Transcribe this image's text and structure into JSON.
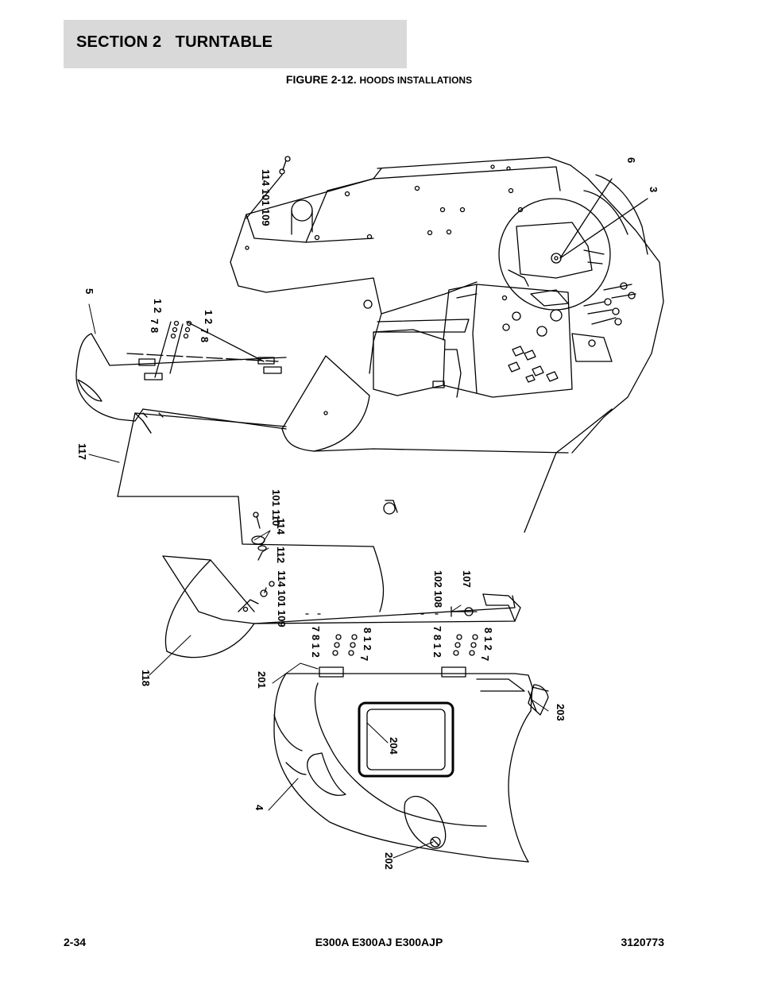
{
  "header": {
    "section_title": "SECTION 2   TURNTABLE"
  },
  "figure": {
    "number": "FIGURE 2-12.",
    "title": "HOODS INSTALLATIONS"
  },
  "callouts": {
    "c_114_101_109_top": "114 101 109",
    "c_6": "6",
    "c_3": "3",
    "c_5": "5",
    "c_1_2_a": "1 2",
    "c_7_8_a": "7 8",
    "c_1_2_b": "1 2",
    "c_7_8_b": "7 8",
    "c_117": "117",
    "c_101_110": "101 110",
    "c_114_mid": "114",
    "c_112": "112",
    "c_114_101_109_mid": "114 101 109",
    "c_102_108": "102 108",
    "c_107": "107",
    "c_7_8_1_2_c": "7 8 1 2",
    "c_8_1_2_d": "8 1 2",
    "c_7_d": "7",
    "c_7_8_1_2_e": "7 8 1 2",
    "c_8_1_2_f": "8 1 2",
    "c_7_f": "7",
    "c_118": "118",
    "c_201": "201",
    "c_203": "203",
    "c_204": "204",
    "c_4": "4",
    "c_202": "202"
  },
  "footer": {
    "page_number": "2-34",
    "models": "E300A E300AJ E300AJP",
    "doc_number": "3120773"
  }
}
